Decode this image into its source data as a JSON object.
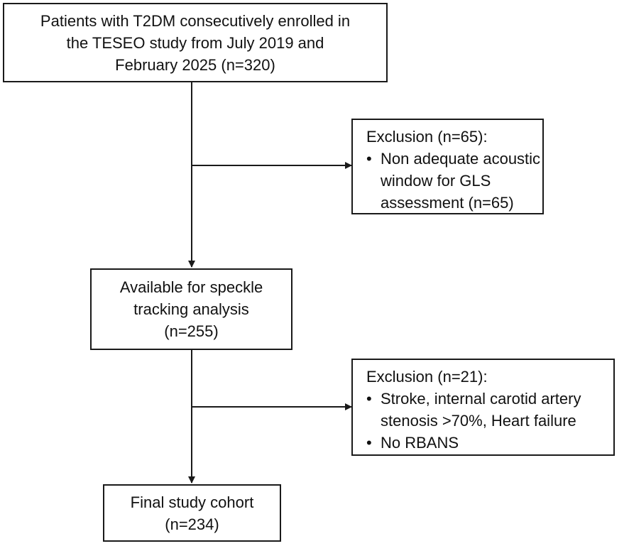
{
  "diagram": {
    "box_enrolled": {
      "lines": [
        "Patients with T2DM consecutively enrolled in",
        "the TESEO study from July 2019 and",
        "February 2025 (n=320)"
      ]
    },
    "box_exclusion_1": {
      "title": "Exclusion (n=65):",
      "items": [
        {
          "bullet": "•",
          "lines": [
            "Non adequate acoustic",
            "window for GLS",
            "assessment (n=65)"
          ]
        }
      ]
    },
    "box_available": {
      "lines": [
        "Available for speckle",
        "tracking analysis",
        "(n=255)"
      ]
    },
    "box_exclusion_2": {
      "title": "Exclusion (n=21):",
      "items": [
        {
          "bullet": "•",
          "lines": [
            "Stroke, internal carotid artery",
            "stenosis >70%, Heart failure"
          ]
        },
        {
          "bullet": "•",
          "lines": [
            "No RBANS"
          ]
        }
      ]
    },
    "box_final": {
      "lines": [
        "Final study cohort",
        "(n=234)"
      ]
    },
    "colors": {
      "line": "#1a1a1a",
      "box_border": "#1a1a1a",
      "background": "#ffffff",
      "text": "#111111"
    }
  }
}
